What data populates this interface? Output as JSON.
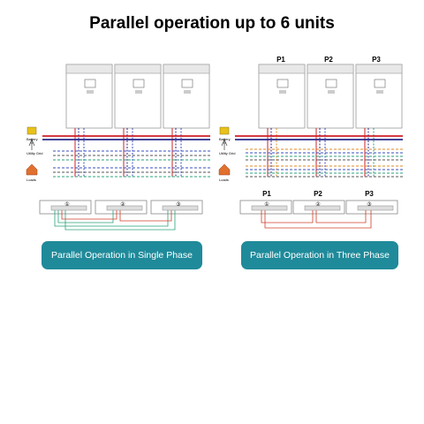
{
  "title": "Parallel operation up to 6 units",
  "left_panel": {
    "labels": {
      "battery": "Battery",
      "utility": "Utility\nGrid",
      "loads": "Loads"
    },
    "unit_numbers": [
      "①",
      "②",
      "③"
    ],
    "caption": "Parallel Operation in Single Phase"
  },
  "right_panel": {
    "phase_labels": [
      "P1",
      "P2",
      "P3"
    ],
    "labels": {
      "battery": "Battery",
      "utility": "Utility\nGrid",
      "loads": "Loads"
    },
    "unit_numbers": [
      "①",
      "②",
      "③"
    ],
    "caption": "Parallel Operation in Three Phase"
  },
  "colors": {
    "battery_pos": "#d0202a",
    "battery_neg": "#2a2a8a",
    "ac_blue": "#3a4fc0",
    "ac_orange": "#e08a20",
    "cable_green": "#2aa37a",
    "cable_red": "#d0402a",
    "caption_bg": "#1f8a9a"
  }
}
